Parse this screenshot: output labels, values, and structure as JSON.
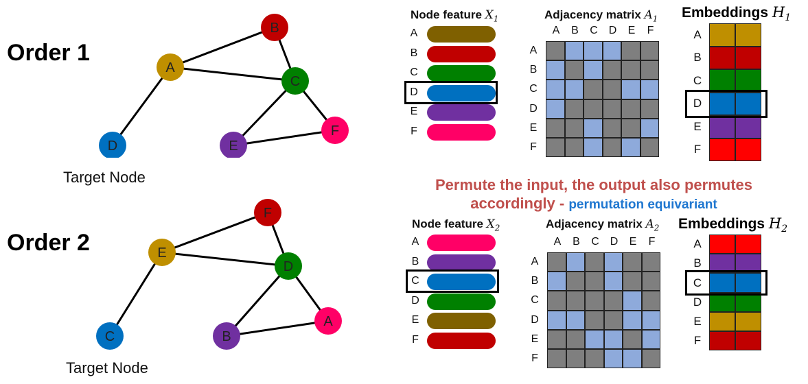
{
  "orders": [
    {
      "title": "Order 1",
      "title_color": "#c0504d",
      "target_label": "Target Node",
      "feature_header": "Node feature ",
      "feature_var": "X",
      "feature_sub": "1",
      "adjacency_header": "Adjacency matrix ",
      "adjacency_var": "A",
      "adjacency_sub": "1",
      "embedding_header": "Embeddings ",
      "embedding_var": "H",
      "embedding_sub": "1",
      "row_labels": [
        "A",
        "B",
        "C",
        "D",
        "E",
        "F"
      ],
      "col_labels": [
        "A",
        "B",
        "C",
        "D",
        "E",
        "F"
      ],
      "feature_colors": [
        "#7f6000",
        "#c00000",
        "#008000",
        "#0070c0",
        "#7030a0",
        "#ff0066"
      ],
      "embedding_colors": [
        "#bf8f00",
        "#c00000",
        "#008000",
        "#0070c0",
        "#7030a0",
        "#ff0000"
      ],
      "highlight_row": 3,
      "adjacency": [
        [
          0,
          1,
          1,
          1,
          0,
          0
        ],
        [
          1,
          0,
          1,
          0,
          0,
          0
        ],
        [
          1,
          1,
          0,
          0,
          1,
          1
        ],
        [
          1,
          0,
          0,
          0,
          0,
          0
        ],
        [
          0,
          0,
          1,
          0,
          0,
          1
        ],
        [
          0,
          0,
          1,
          0,
          1,
          0
        ]
      ],
      "graph_nodes": [
        {
          "label": "A",
          "color": "#bf8f00"
        },
        {
          "label": "B",
          "color": "#c00000"
        },
        {
          "label": "C",
          "color": "#008000"
        },
        {
          "label": "D",
          "color": "#0070c0"
        },
        {
          "label": "E",
          "color": "#7030a0"
        },
        {
          "label": "F",
          "color": "#ff0066"
        }
      ]
    },
    {
      "title": "Order 2",
      "title_color": "#008000",
      "target_label": "Target Node",
      "feature_header": "Node feature ",
      "feature_var": "X",
      "feature_sub": "2",
      "adjacency_header": "Adjacency matrix ",
      "adjacency_var": "A",
      "adjacency_sub": "2",
      "embedding_header": "Embeddings ",
      "embedding_var": "H",
      "embedding_sub": "2",
      "row_labels": [
        "A",
        "B",
        "C",
        "D",
        "E",
        "F"
      ],
      "col_labels": [
        "A",
        "B",
        "C",
        "D",
        "E",
        "F"
      ],
      "feature_colors": [
        "#ff0066",
        "#7030a0",
        "#0070c0",
        "#008000",
        "#7f6000",
        "#c00000"
      ],
      "embedding_colors": [
        "#ff0000",
        "#7030a0",
        "#0070c0",
        "#008000",
        "#bf8f00",
        "#c00000"
      ],
      "highlight_row": 2,
      "adjacency": [
        [
          0,
          1,
          0,
          1,
          0,
          0
        ],
        [
          1,
          0,
          0,
          1,
          0,
          0
        ],
        [
          0,
          0,
          0,
          0,
          1,
          0
        ],
        [
          1,
          1,
          0,
          0,
          1,
          1
        ],
        [
          0,
          0,
          1,
          1,
          0,
          1
        ],
        [
          0,
          0,
          0,
          1,
          1,
          0
        ]
      ],
      "graph_nodes": [
        {
          "label": "E",
          "color": "#bf8f00"
        },
        {
          "label": "F",
          "color": "#c00000"
        },
        {
          "label": "D",
          "color": "#008000"
        },
        {
          "label": "C",
          "color": "#0070c0"
        },
        {
          "label": "B",
          "color": "#7030a0"
        },
        {
          "label": "A",
          "color": "#ff0066"
        }
      ]
    }
  ],
  "graph_edges": [
    [
      "A",
      "B"
    ],
    [
      "A",
      "C"
    ],
    [
      "A",
      "D"
    ],
    [
      "B",
      "C"
    ],
    [
      "C",
      "E"
    ],
    [
      "C",
      "F"
    ],
    [
      "E",
      "F"
    ]
  ],
  "message": {
    "line1": "Permute the input, the output also permutes",
    "line2": "accordingly - ",
    "line2_blue": "permutation equivariant"
  },
  "colors": {
    "edge_on": "#8eaadb",
    "edge_off": "#7f7f7f",
    "node_text": "#ffffff"
  }
}
